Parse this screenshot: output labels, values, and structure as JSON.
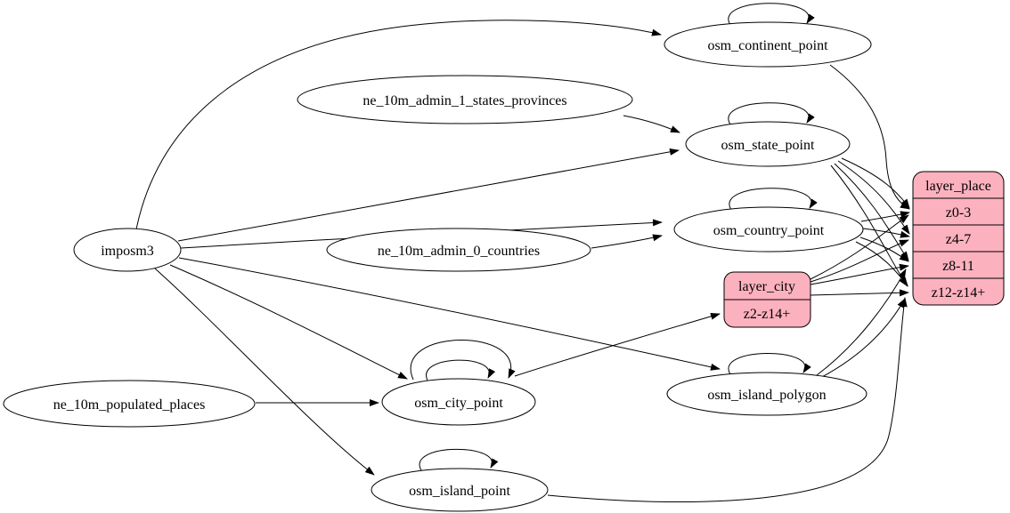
{
  "diagram": {
    "type": "etl-graph",
    "colors": {
      "background": "#ffffff",
      "node_fill": "#ffffff",
      "record_fill": "#fcb1bf",
      "stroke": "#000000",
      "text": "#000000"
    },
    "nodes": {
      "imposm3": {
        "label": "imposm3",
        "shape": "ellipse"
      },
      "ne_10m_admin_1_states_provinces": {
        "label": "ne_10m_admin_1_states_provinces",
        "shape": "ellipse"
      },
      "ne_10m_admin_0_countries": {
        "label": "ne_10m_admin_0_countries",
        "shape": "ellipse"
      },
      "ne_10m_populated_places": {
        "label": "ne_10m_populated_places",
        "shape": "ellipse"
      },
      "osm_continent_point": {
        "label": "osm_continent_point",
        "shape": "ellipse"
      },
      "osm_state_point": {
        "label": "osm_state_point",
        "shape": "ellipse"
      },
      "osm_country_point": {
        "label": "osm_country_point",
        "shape": "ellipse"
      },
      "osm_city_point": {
        "label": "osm_city_point",
        "shape": "ellipse"
      },
      "osm_island_polygon": {
        "label": "osm_island_polygon",
        "shape": "ellipse"
      },
      "osm_island_point": {
        "label": "osm_island_point",
        "shape": "ellipse"
      },
      "layer_city": {
        "title": "layer_city",
        "rows": [
          "z2-z14+"
        ],
        "shape": "record"
      },
      "layer_place": {
        "title": "layer_place",
        "rows": [
          "z0-3",
          "z4-7",
          "z8-11",
          "z12-z14+"
        ],
        "shape": "record"
      }
    },
    "edges": [
      {
        "from": "imposm3",
        "to": "osm_continent_point"
      },
      {
        "from": "imposm3",
        "to": "osm_state_point"
      },
      {
        "from": "imposm3",
        "to": "osm_country_point"
      },
      {
        "from": "imposm3",
        "to": "osm_city_point"
      },
      {
        "from": "imposm3",
        "to": "osm_island_polygon"
      },
      {
        "from": "imposm3",
        "to": "osm_island_point"
      },
      {
        "from": "ne_10m_admin_1_states_provinces",
        "to": "osm_state_point"
      },
      {
        "from": "ne_10m_admin_0_countries",
        "to": "osm_country_point"
      },
      {
        "from": "ne_10m_populated_places",
        "to": "osm_city_point"
      },
      {
        "from": "osm_continent_point",
        "to": "osm_continent_point"
      },
      {
        "from": "osm_state_point",
        "to": "osm_state_point"
      },
      {
        "from": "osm_country_point",
        "to": "osm_country_point"
      },
      {
        "from": "osm_city_point",
        "to": "osm_city_point"
      },
      {
        "from": "osm_city_point",
        "to": "osm_city_point"
      },
      {
        "from": "osm_island_polygon",
        "to": "osm_island_polygon"
      },
      {
        "from": "osm_island_point",
        "to": "osm_island_point"
      },
      {
        "from": "osm_city_point",
        "to": "layer_city:z2-z14+"
      },
      {
        "from": "osm_continent_point",
        "to": "layer_place:z0-3"
      },
      {
        "from": "osm_state_point",
        "to": "layer_place:z0-3"
      },
      {
        "from": "osm_state_point",
        "to": "layer_place:z4-7"
      },
      {
        "from": "osm_state_point",
        "to": "layer_place:z8-11"
      },
      {
        "from": "osm_state_point",
        "to": "layer_place:z12-z14+"
      },
      {
        "from": "osm_country_point",
        "to": "layer_place:z0-3"
      },
      {
        "from": "osm_country_point",
        "to": "layer_place:z4-7"
      },
      {
        "from": "osm_country_point",
        "to": "layer_place:z8-11"
      },
      {
        "from": "osm_country_point",
        "to": "layer_place:z12-z14+"
      },
      {
        "from": "layer_city",
        "to": "layer_place:z0-3"
      },
      {
        "from": "layer_city",
        "to": "layer_place:z4-7"
      },
      {
        "from": "layer_city",
        "to": "layer_place:z8-11"
      },
      {
        "from": "layer_city",
        "to": "layer_place:z12-z14+"
      },
      {
        "from": "osm_island_polygon",
        "to": "layer_place:z8-11"
      },
      {
        "from": "osm_island_polygon",
        "to": "layer_place:z12-z14+"
      },
      {
        "from": "osm_island_point",
        "to": "layer_place:z12-z14+"
      }
    ]
  }
}
